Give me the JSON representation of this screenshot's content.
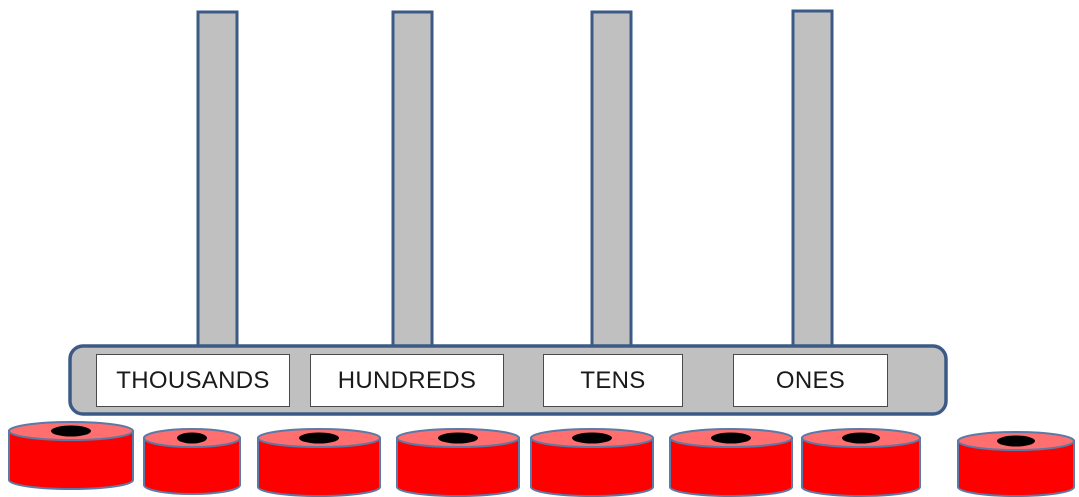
{
  "title": "",
  "place_values": [
    {
      "key": "thousands",
      "label": "THOUSANDS"
    },
    {
      "key": "hundreds",
      "label": "HUNDREDS"
    },
    {
      "key": "tens",
      "label": "TENS"
    },
    {
      "key": "ones",
      "label": "ONES"
    }
  ],
  "beads_available": 8,
  "colors": {
    "rod_fill": "#c0c0c0",
    "rod_stroke": "#3c5a86",
    "base_fill": "#c0c0c0",
    "base_stroke": "#3c5a86",
    "bead_fill": "#ff0000",
    "bead_top": "#ff6f6f",
    "bead_hole": "#000000",
    "bead_stroke": "#5b7aa8"
  }
}
